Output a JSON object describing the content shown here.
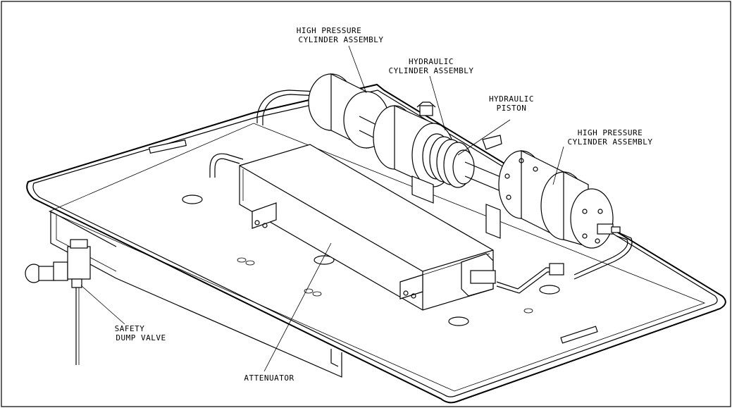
{
  "labels": {
    "hp_cyl_top_1": "HIGH PRESSURE",
    "hp_cyl_top_2": "CYLINDER ASSEMBLY",
    "hyd_cyl_1": "HYDRAULIC",
    "hyd_cyl_2": "CYLINDER ASSEMBLY",
    "hyd_piston_1": "HYDRAULIC",
    "hyd_piston_2": "PISTON",
    "hp_cyl_right_1": "HIGH PRESSURE",
    "hp_cyl_right_2": "CYLINDER ASSEMBLY",
    "safety_1": "SAFETY",
    "safety_2": "DUMP VALVE",
    "attenuator": "ATTENUATOR"
  }
}
